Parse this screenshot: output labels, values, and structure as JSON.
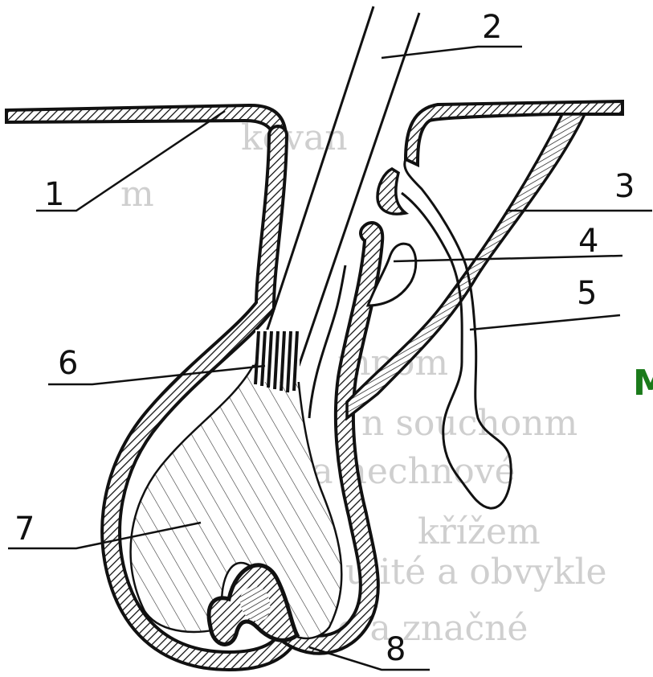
{
  "diagram": {
    "labels": [
      "1",
      "2",
      "3",
      "4",
      "5",
      "6",
      "7",
      "8"
    ],
    "side_letter": "M",
    "colors": {
      "ink": "#111111",
      "side_letter": "#1a7a1a",
      "bleed_text": "#cfcfcf"
    }
  }
}
